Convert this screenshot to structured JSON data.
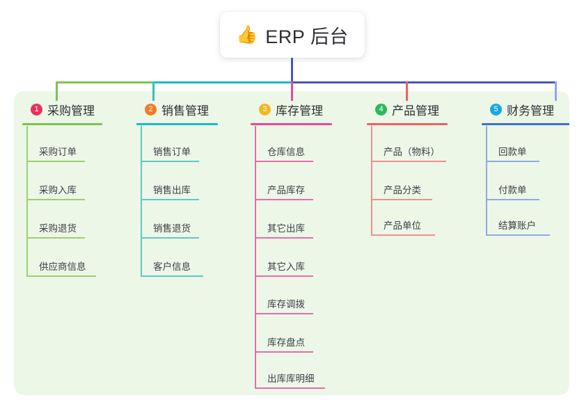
{
  "diagram": {
    "type": "mindmap",
    "root": {
      "icon": "thumbs-up-icon",
      "emoji": "👍",
      "title": "ERP 后台"
    },
    "panel_color": "#edf7e8",
    "trunk_color": "#4a56b8",
    "branches": [
      {
        "index": "1",
        "label": "采购管理",
        "badge_color": "#e8315e",
        "rule_color": "#7cc34f",
        "stem_color": "#7cc34f",
        "children": [
          {
            "label": "采购订单"
          },
          {
            "label": "采购入库"
          },
          {
            "label": "采购退货"
          },
          {
            "label": "供应商信息"
          }
        ]
      },
      {
        "index": "2",
        "label": "销售管理",
        "badge_color": "#f07c28",
        "rule_color": "#19bcc4",
        "stem_color": "#2fc3bd",
        "children": [
          {
            "label": "销售订单"
          },
          {
            "label": "销售出库"
          },
          {
            "label": "销售退货"
          },
          {
            "label": "客户信息"
          }
        ]
      },
      {
        "index": "3",
        "label": "库存管理",
        "badge_color": "#f5b721",
        "rule_color": "#e8469b",
        "stem_color": "#e8469b",
        "children": [
          {
            "label": "仓库信息"
          },
          {
            "label": "产品库存"
          },
          {
            "label": "其它出库"
          },
          {
            "label": "其它入库"
          },
          {
            "label": "库存调拨"
          },
          {
            "label": "库存盘点"
          },
          {
            "label": "出库库明细"
          }
        ]
      },
      {
        "index": "4",
        "label": "产品管理",
        "badge_color": "#2cb85c",
        "rule_color": "#f75c5c",
        "stem_color": "#f75c5c",
        "children": [
          {
            "label": "产品（物料）"
          },
          {
            "label": "产品分类"
          },
          {
            "label": "产品单位"
          }
        ]
      },
      {
        "index": "5",
        "label": "财务管理",
        "badge_color": "#1aa6e0",
        "rule_color": "#3a6fd8",
        "stem_color": "#8fa8e8",
        "children": [
          {
            "label": "回款单"
          },
          {
            "label": "付款单"
          },
          {
            "label": "结算账户"
          }
        ]
      }
    ],
    "connector_segments": [
      {
        "name": "trunk-vertical",
        "color": "#4a56b8"
      },
      {
        "name": "bar-left-green",
        "color": "#7cc34f"
      },
      {
        "name": "bar-mid-teal",
        "color": "#19bcc4"
      },
      {
        "name": "bar-right-indigo",
        "color": "#4a56b8"
      }
    ]
  }
}
